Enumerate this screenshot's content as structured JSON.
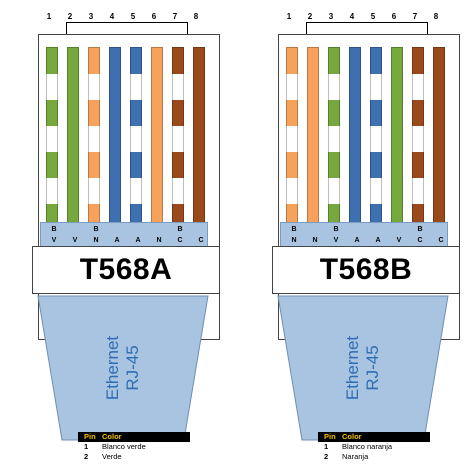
{
  "connectors": [
    {
      "title": "T568A",
      "pin_numbers": [
        "1",
        "2",
        "3",
        "4",
        "5",
        "6",
        "7",
        "8"
      ],
      "wires": [
        {
          "base": "#ffffff",
          "color": "#77a83e",
          "striped": true
        },
        {
          "base": "#77a83e",
          "color": "#77a83e",
          "striped": false
        },
        {
          "base": "#ffffff",
          "color": "#f6a25c",
          "striped": true
        },
        {
          "base": "#3e6fb0",
          "color": "#3e6fb0",
          "striped": false
        },
        {
          "base": "#ffffff",
          "color": "#3e6fb0",
          "striped": true
        },
        {
          "base": "#f6a25c",
          "color": "#f6a25c",
          "striped": false
        },
        {
          "base": "#ffffff",
          "color": "#9a4a1a",
          "striped": true
        },
        {
          "base": "#9a4a1a",
          "color": "#9a4a1a",
          "striped": false
        }
      ],
      "codes_top": [
        "B",
        "",
        "B",
        "",
        "",
        "",
        "B",
        ""
      ],
      "codes_bottom": [
        "V",
        "V",
        "N",
        "A",
        "A",
        "N",
        "C",
        "C"
      ],
      "plug_text_line1": "Ethernet",
      "plug_text_line2": "RJ-45",
      "legend": {
        "pin_header": "Pin",
        "color_header": "Color",
        "rows": [
          {
            "pin": "1",
            "color": "Blanco verde"
          },
          {
            "pin": "2",
            "color": "Verde"
          }
        ]
      }
    },
    {
      "title": "T568B",
      "pin_numbers": [
        "1",
        "2",
        "3",
        "4",
        "5",
        "6",
        "7",
        "8"
      ],
      "wires": [
        {
          "base": "#ffffff",
          "color": "#f6a25c",
          "striped": true
        },
        {
          "base": "#f6a25c",
          "color": "#f6a25c",
          "striped": false
        },
        {
          "base": "#ffffff",
          "color": "#77a83e",
          "striped": true
        },
        {
          "base": "#3e6fb0",
          "color": "#3e6fb0",
          "striped": false
        },
        {
          "base": "#ffffff",
          "color": "#3e6fb0",
          "striped": true
        },
        {
          "base": "#77a83e",
          "color": "#77a83e",
          "striped": false
        },
        {
          "base": "#ffffff",
          "color": "#9a4a1a",
          "striped": true
        },
        {
          "base": "#9a4a1a",
          "color": "#9a4a1a",
          "striped": false
        }
      ],
      "codes_top": [
        "B",
        "",
        "B",
        "",
        "",
        "",
        "B",
        ""
      ],
      "codes_bottom": [
        "N",
        "N",
        "V",
        "A",
        "A",
        "V",
        "C",
        "C"
      ],
      "plug_text_line1": "Ethernet",
      "plug_text_line2": "RJ-45",
      "legend": {
        "pin_header": "Pin",
        "color_header": "Color",
        "rows": [
          {
            "pin": "1",
            "color": "Blanco naranja"
          },
          {
            "pin": "2",
            "color": "Naranja"
          }
        ]
      }
    }
  ]
}
